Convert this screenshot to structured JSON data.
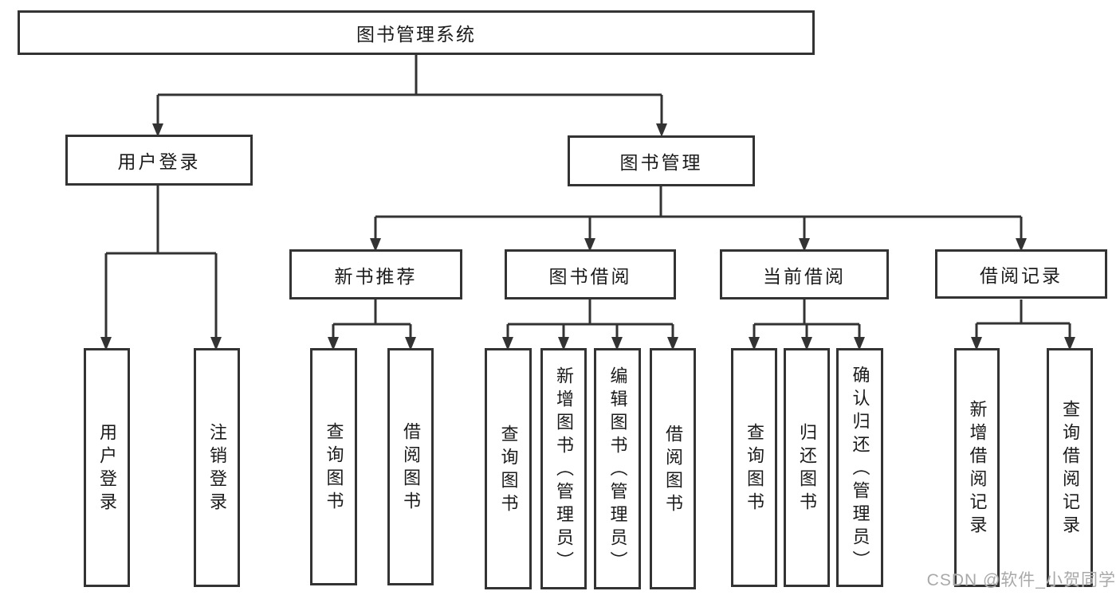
{
  "nodes": {
    "root": "图书管理系统",
    "user_login_group": "用户登录",
    "book_mgmt": "图书管理",
    "new_book_rec": "新书推荐",
    "book_borrow": "图书借阅",
    "current_borrow": "当前借阅",
    "borrow_record": "借阅记录",
    "user_login": "用户登录",
    "logout": "注销登录",
    "nb_query": "查询图书",
    "nb_borrow": "借阅图书",
    "bb_query": "查询图书",
    "bb_add": "新增图书（管理员）",
    "bb_edit": "编辑图书（管理员）",
    "bb_borrow": "借阅图书",
    "cb_query": "查询图书",
    "cb_return": "归还图书",
    "cb_confirm": "确认归还（管理员）",
    "br_add": "新增借阅记录",
    "br_query": "查询借阅记录"
  },
  "hierarchy": {
    "root": "图书管理系统",
    "children": [
      {
        "label": "用户登录",
        "children": [
          "用户登录",
          "注销登录"
        ]
      },
      {
        "label": "图书管理",
        "children": [
          {
            "label": "新书推荐",
            "children": [
              "查询图书",
              "借阅图书"
            ]
          },
          {
            "label": "图书借阅",
            "children": [
              "查询图书",
              "新增图书（管理员）",
              "编辑图书（管理员）",
              "借阅图书"
            ]
          },
          {
            "label": "当前借阅",
            "children": [
              "查询图书",
              "归还图书",
              "确认归还（管理员）"
            ]
          },
          {
            "label": "借阅记录",
            "children": [
              "新增借阅记录",
              "查询借阅记录"
            ]
          }
        ]
      }
    ]
  },
  "watermark": "CSDN @软件_小贺同学",
  "colors": {
    "line": "#333333",
    "box_border": "#333333",
    "box_fill": "#ffffff",
    "text": "#1b1b1b",
    "watermark": "#a9a9a9",
    "background": "#ffffff"
  }
}
